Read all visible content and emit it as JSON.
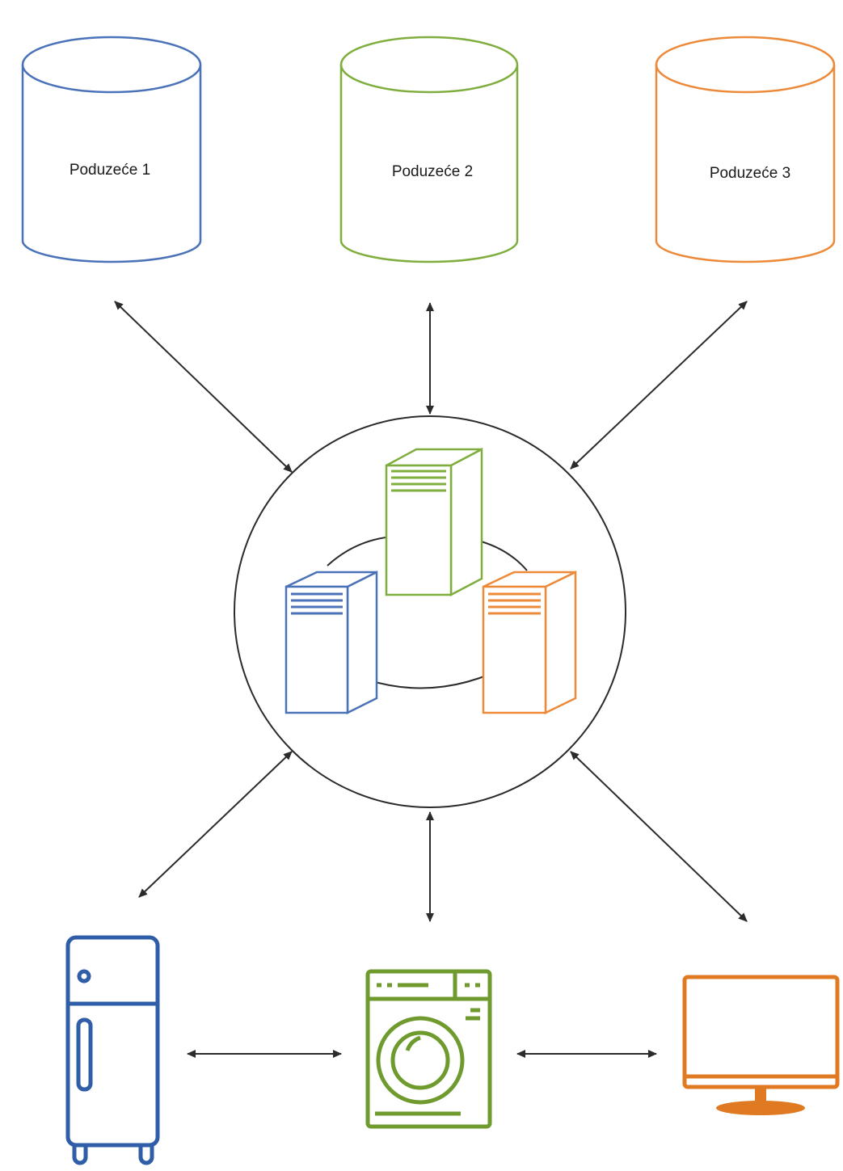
{
  "colors": {
    "blue": "#4a72b8",
    "green": "#7fae3e",
    "orange": "#ec8a3a",
    "line": "#2b2b2b"
  },
  "databases": [
    {
      "label": "Poduzeće 1",
      "color": "blue"
    },
    {
      "label": "Poduzeće 2",
      "color": "green"
    },
    {
      "label": "Poduzeće 3",
      "color": "orange"
    }
  ],
  "hub": {
    "servers": [
      {
        "icon": "server-icon",
        "color": "green"
      },
      {
        "icon": "server-icon",
        "color": "blue"
      },
      {
        "icon": "server-icon",
        "color": "orange"
      }
    ]
  },
  "devices": [
    {
      "icon": "refrigerator-icon",
      "color": "blue"
    },
    {
      "icon": "washing-machine-icon",
      "color": "green"
    },
    {
      "icon": "monitor-icon",
      "color": "orange"
    }
  ]
}
